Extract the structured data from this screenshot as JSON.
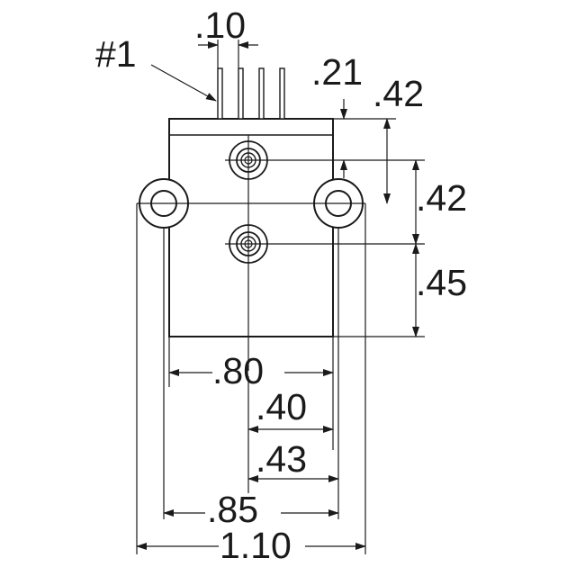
{
  "diagram": {
    "pin_label": "#1",
    "dimensions": {
      "pin_pitch": ".10",
      "pin_height": ".21",
      "top_to_axis": ".42",
      "axis_to_mount": ".42",
      "mount_to_bottom": ".45",
      "body_width": ".80",
      "half_body": ".40",
      "mount_offset": ".43",
      "mount_span": ".85",
      "overall_width": "1.10"
    }
  }
}
